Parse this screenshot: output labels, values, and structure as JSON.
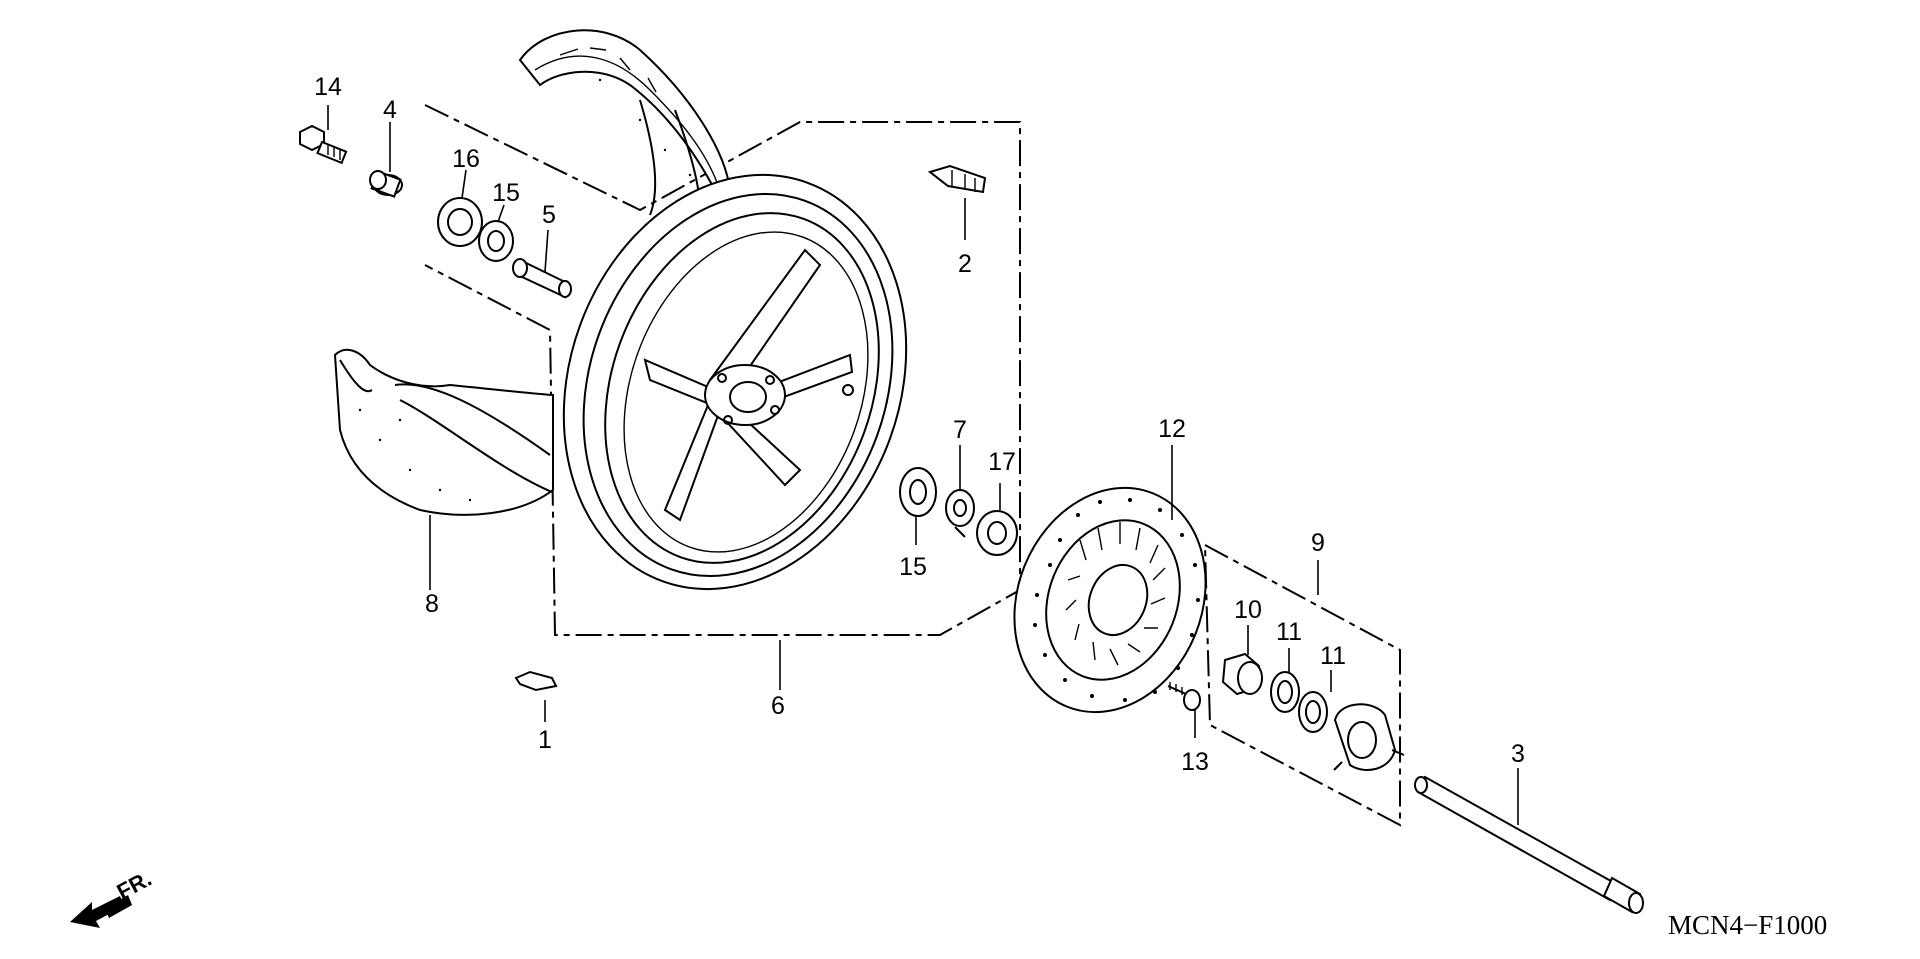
{
  "diagram": {
    "code": "MCN4−F1000",
    "direction_label": "FR.",
    "callouts": {
      "c1": "1",
      "c2": "2",
      "c3": "3",
      "c4": "4",
      "c5": "5",
      "c6": "6",
      "c7": "7",
      "c8": "8",
      "c9": "9",
      "c10": "10",
      "c11a": "11",
      "c11b": "11",
      "c12": "12",
      "c13": "13",
      "c14": "14",
      "c15a": "15",
      "c15b": "15",
      "c16": "16",
      "c17": "17"
    }
  },
  "colors": {
    "ink": "#000000",
    "background": "#ffffff"
  }
}
